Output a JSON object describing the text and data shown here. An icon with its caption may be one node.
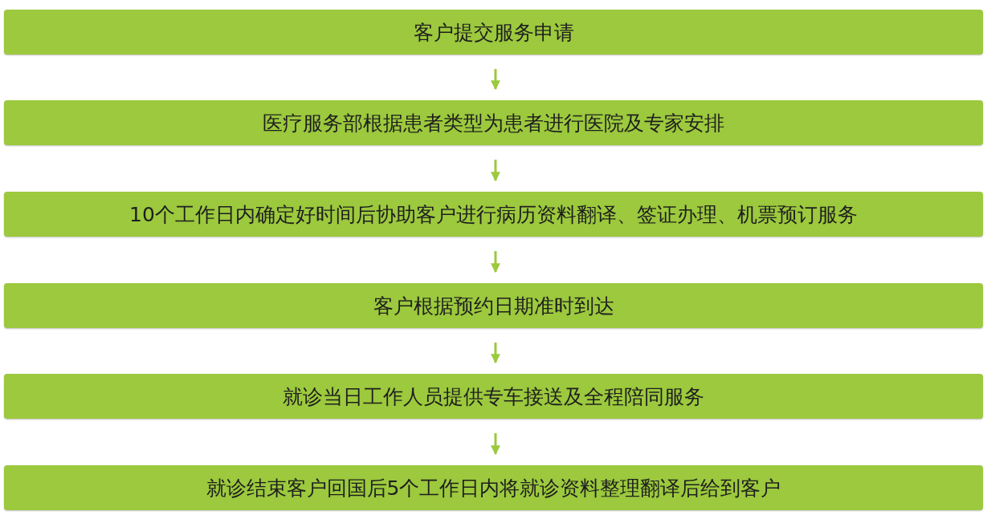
{
  "diagram": {
    "nodes": [
      {
        "text": [
          "客户提交服务申请"
        ]
      },
      {
        "text": [
          "医疗服务部根据患者类型为患者进行医院及专家安排"
        ]
      },
      {
        "text": [
          "10个工作日内确定好时间后协助客户进行病历资料翻译、签证办理、机票预订服务"
        ]
      },
      {
        "text": [
          "客户根据预约日期准时到达"
        ]
      },
      {
        "text": [
          "就诊当日工作人员提供专车接送及全程陪同服务"
        ]
      },
      {
        "text": [
          "就诊结束客户回国后5个工作日内将就诊资料整理翻译后给到客户"
        ]
      }
    ],
    "edges": [
      {
        "from": 0,
        "to": 1,
        "arrow": "to"
      },
      {
        "from": 1,
        "to": 2,
        "arrow": "to"
      },
      {
        "from": 2,
        "to": 3,
        "arrow": "to"
      },
      {
        "from": 3,
        "to": 4,
        "arrow": "to"
      },
      {
        "from": 4,
        "to": 5,
        "arrow": "to"
      }
    ]
  }
}
